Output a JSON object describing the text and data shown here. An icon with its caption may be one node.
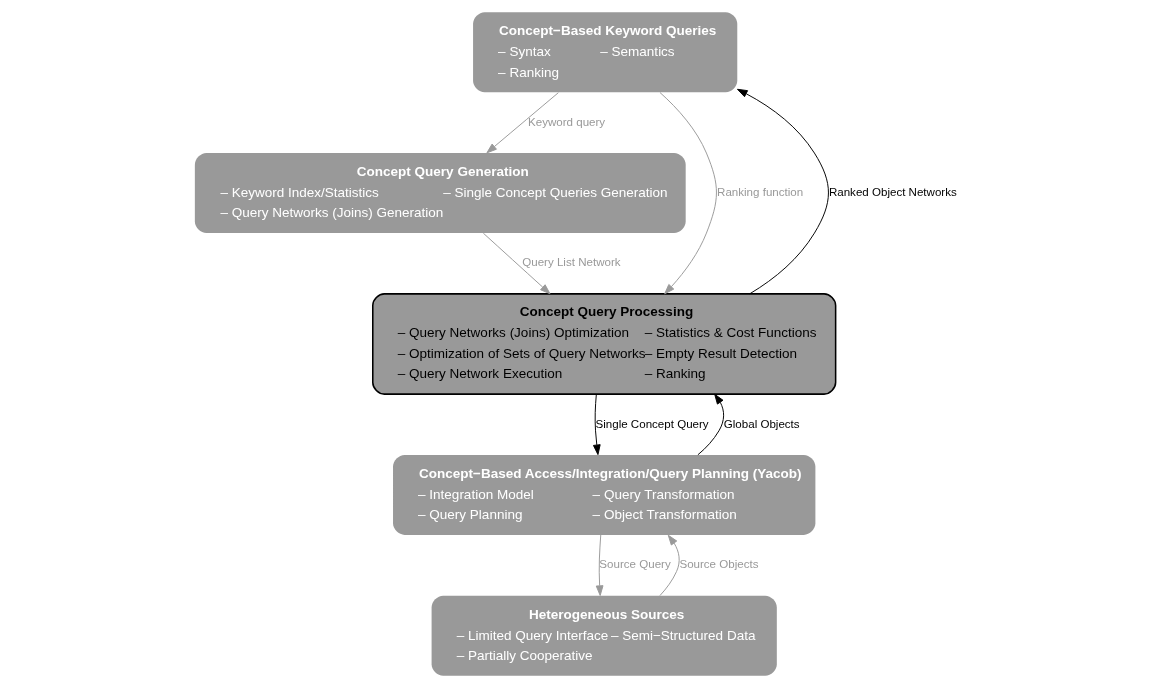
{
  "diagram": {
    "nodes": [
      {
        "text": [
          "Concept−Based Keyword Queries",
          "– Syntax",
          "– Semantics",
          "– Ranking"
        ]
      },
      {
        "text": [
          "Concept Query Generation",
          "– Keyword Index/Statistics",
          "– Single Concept Queries Generation",
          "– Query Networks (Joins) Generation"
        ]
      },
      {
        "text": [
          "Concept Query Processing",
          "– Query Networks (Joins) Optimization",
          "– Statistics & Cost Functions",
          "– Optimization of Sets of Query Networks",
          "– Empty Result Detection",
          "– Query Network Execution",
          "– Ranking"
        ]
      },
      {
        "text": [
          "Concept−Based Access/Integration/Query Planning (Yacob)",
          "– Integration Model",
          "– Query Transformation",
          "– Query Planning",
          "– Object Transformation"
        ]
      },
      {
        "text": [
          "Heterogeneous Sources",
          "– Limited Query Interface",
          "– Semi−Structured Data",
          "– Partially Cooperative"
        ]
      }
    ],
    "edges": [
      {
        "from": 0,
        "to": 1,
        "arrow": "to",
        "label": "Keyword query"
      },
      {
        "from": 0,
        "to": 2,
        "arrow": "to",
        "label": "Ranking function"
      },
      {
        "from": 1,
        "to": 2,
        "arrow": "to",
        "label": "Query List Network"
      },
      {
        "from": 2,
        "to": 0,
        "arrow": "to",
        "label": "Ranked Object Networks",
        "color": "#000000"
      },
      {
        "from": 3,
        "to": 2,
        "arrow": "to",
        "label": "Global Objects",
        "color": "#000000"
      },
      {
        "from": 2,
        "to": 3,
        "arrow": "to",
        "label": "Single Concept Query",
        "color": "#000000"
      },
      {
        "from": 3,
        "to": 4,
        "arrow": "to",
        "label": "Source Query"
      },
      {
        "from": 4,
        "to": 3,
        "arrow": "to",
        "label": "Source Objects"
      }
    ]
  }
}
